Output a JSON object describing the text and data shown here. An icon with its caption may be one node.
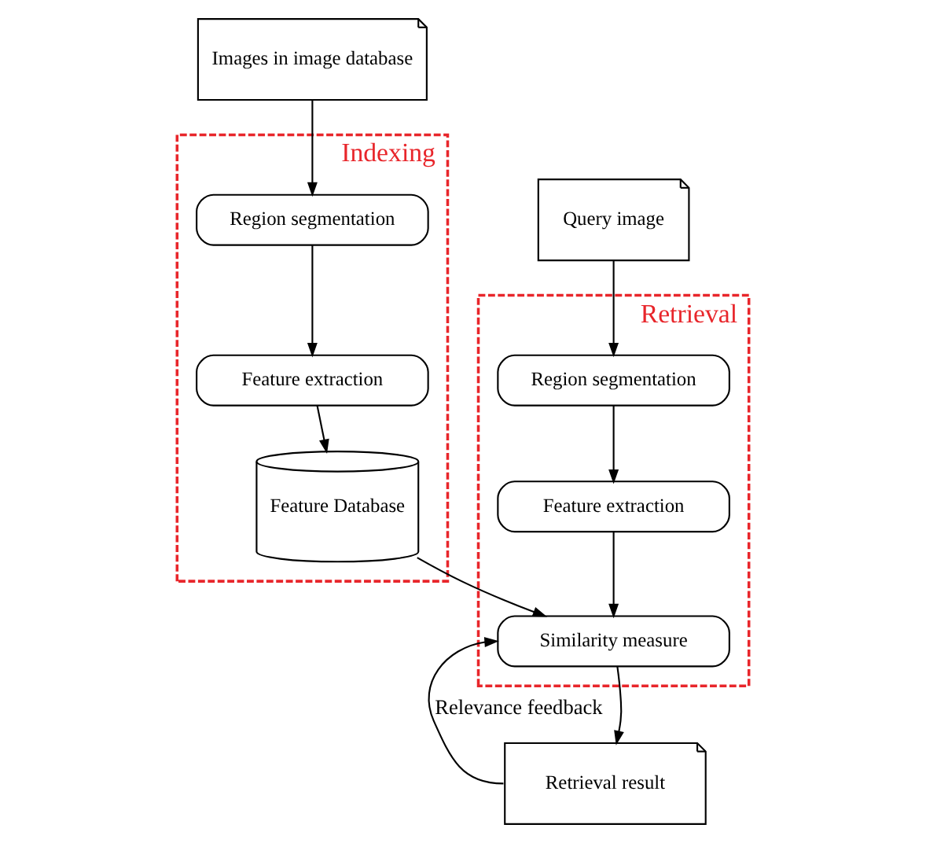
{
  "diagram": {
    "nodes": [
      {
        "text": [
          "Images in image database"
        ]
      },
      {
        "text": [
          "Indexing"
        ]
      },
      {
        "text": [
          "Region segmentation"
        ],
        "in": 1
      },
      {
        "text": [
          "Feature extraction"
        ],
        "in": 1
      },
      {
        "text": [
          "Feature Database"
        ],
        "in": 1
      },
      {
        "text": [
          "Query image"
        ]
      },
      {
        "text": [
          "Retrieval"
        ]
      },
      {
        "text": [
          "Region segmentation"
        ],
        "in": 6
      },
      {
        "text": [
          "Feature extraction"
        ],
        "in": 6
      },
      {
        "text": [
          "Similarity measure"
        ],
        "in": 6
      },
      {
        "text": [
          "Retrieval result"
        ]
      }
    ],
    "edges": [
      {
        "from": 0,
        "to": 2,
        "arrow": "to"
      },
      {
        "from": 2,
        "to": 3,
        "arrow": "to"
      },
      {
        "from": 3,
        "to": 4,
        "arrow": "to"
      },
      {
        "from": 5,
        "to": 7,
        "arrow": "to"
      },
      {
        "from": 7,
        "to": 8,
        "arrow": "to"
      },
      {
        "from": 8,
        "to": 9,
        "arrow": "to"
      },
      {
        "from": 4,
        "to": 9,
        "arrow": "to"
      },
      {
        "from": 9,
        "to": 10,
        "arrow": "to"
      },
      {
        "from": 10,
        "to": 9,
        "arrow": "to",
        "label": "Relevance feedback"
      }
    ]
  }
}
